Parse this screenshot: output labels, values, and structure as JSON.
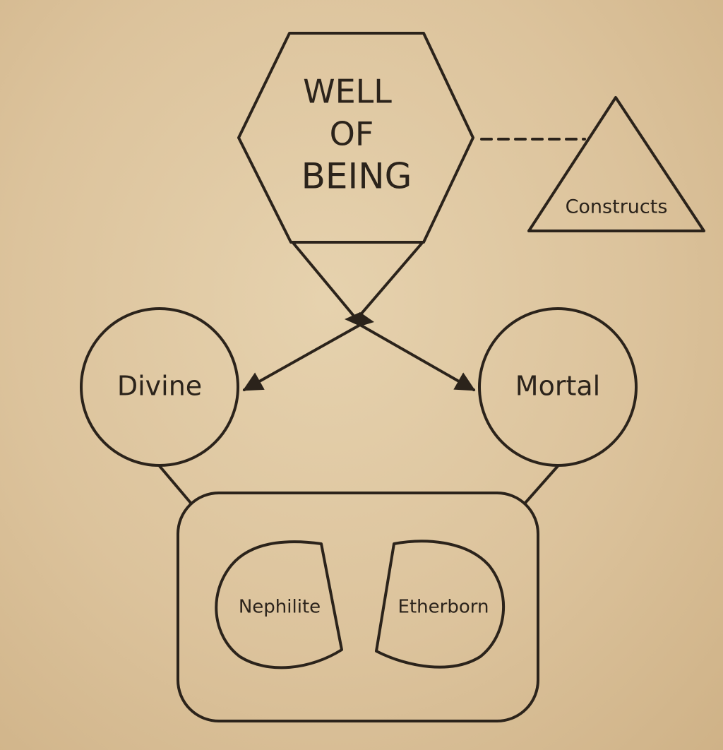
{
  "diagram": {
    "source_node": {
      "lines": [
        "WELL",
        "OF",
        "BEING"
      ]
    },
    "side_node": {
      "label": "Constructs"
    },
    "branches": [
      {
        "label": "Divine"
      },
      {
        "label": "Mortal"
      }
    ],
    "hybrids": [
      {
        "label": "Nephilite"
      },
      {
        "label": "Etherborn"
      }
    ]
  }
}
